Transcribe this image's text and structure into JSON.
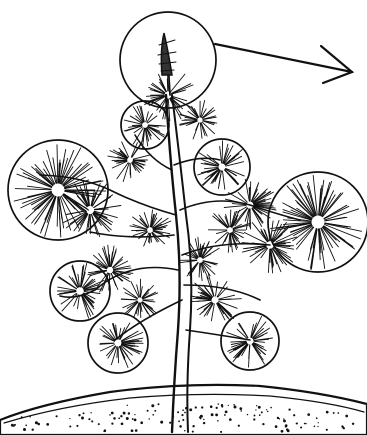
{
  "diagram": {
    "subject": "pine-tree-pruning-illustration",
    "ink_color": "#111111",
    "background_color": "#ffffff",
    "circled_areas": [
      {
        "id": "candle",
        "label": ""
      },
      {
        "id": "upper-left",
        "label": ""
      },
      {
        "id": "upper-right",
        "label": ""
      },
      {
        "id": "left-large",
        "label": ""
      },
      {
        "id": "right-large",
        "label": ""
      },
      {
        "id": "left-lower",
        "label": ""
      },
      {
        "id": "bottom-left",
        "label": ""
      },
      {
        "id": "bottom-right",
        "label": ""
      }
    ],
    "arrow": {
      "direction": "right"
    },
    "container": "pot-with-gravel"
  }
}
